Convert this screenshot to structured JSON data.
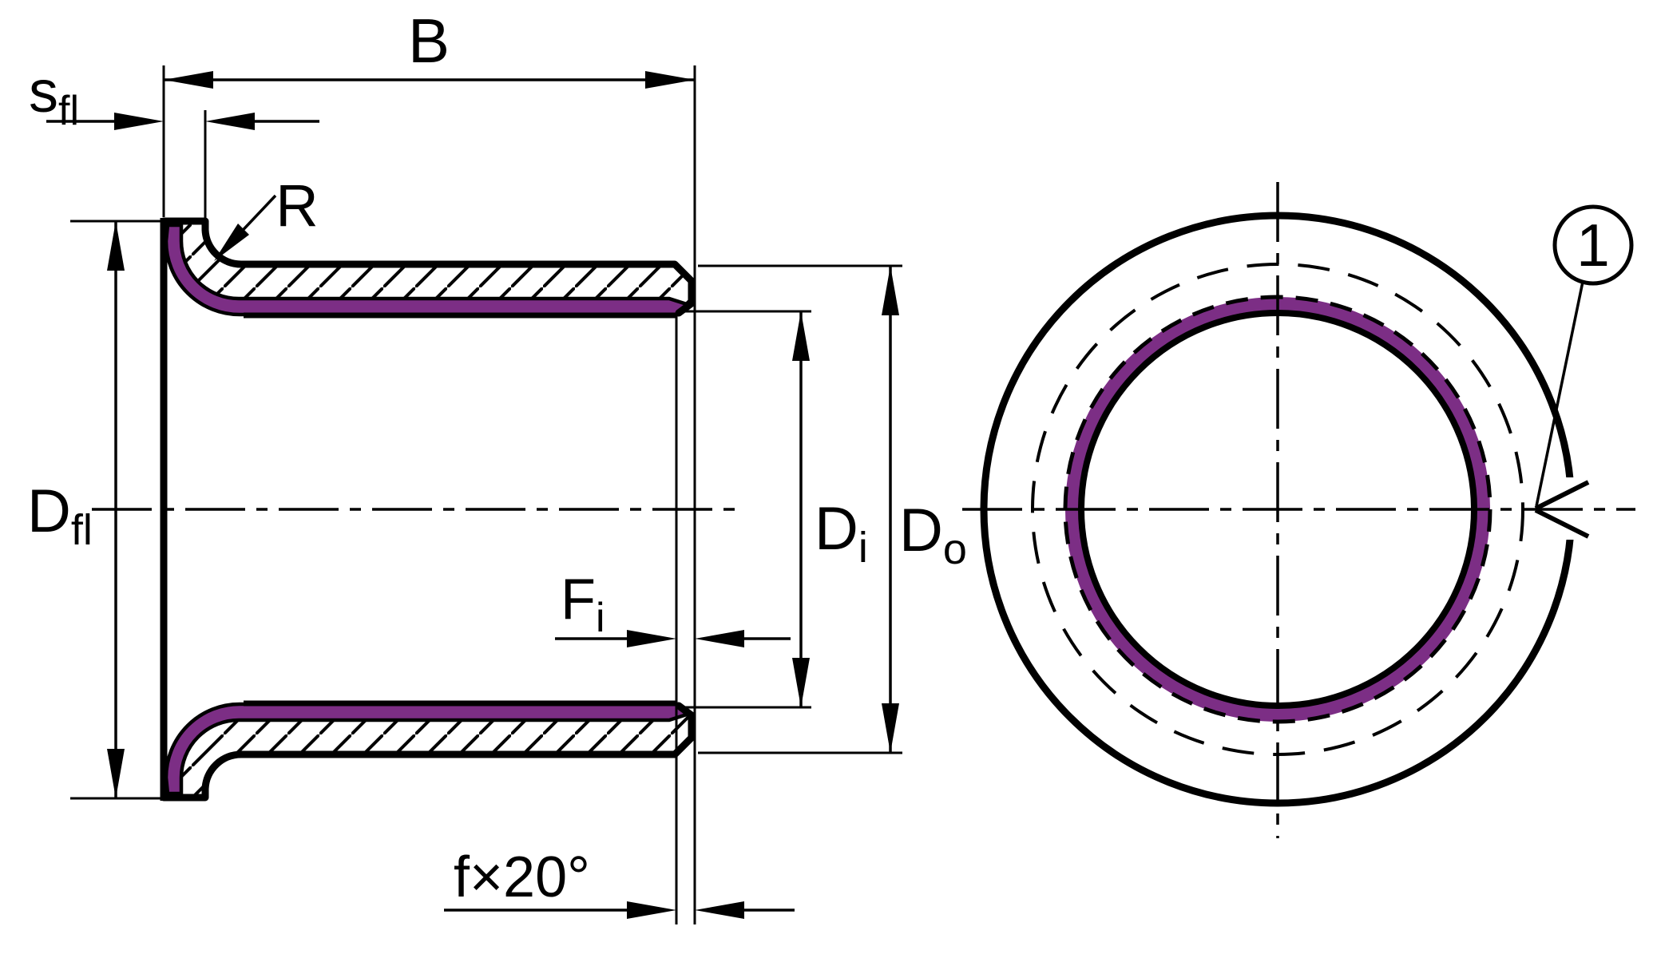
{
  "drawing": {
    "type": "technical-drawing",
    "subject": "flanged bushing with sliding liner, section view and front view",
    "colors": {
      "background": "#ffffff",
      "line": "#000000",
      "liner": "#7c2e85"
    },
    "labels": {
      "width": "B",
      "flange_thickness": {
        "main": "s",
        "sub": "fl"
      },
      "fillet_radius": "R",
      "flange_diameter": {
        "main": "D",
        "sub": "fl"
      },
      "liner_chamfer": {
        "main": "F",
        "sub": "i"
      },
      "inner_diameter": {
        "main": "D",
        "sub": "i"
      },
      "outer_diameter": {
        "main": "D",
        "sub": "o"
      },
      "end_chamfer": "f×20°",
      "callout": "1"
    }
  }
}
